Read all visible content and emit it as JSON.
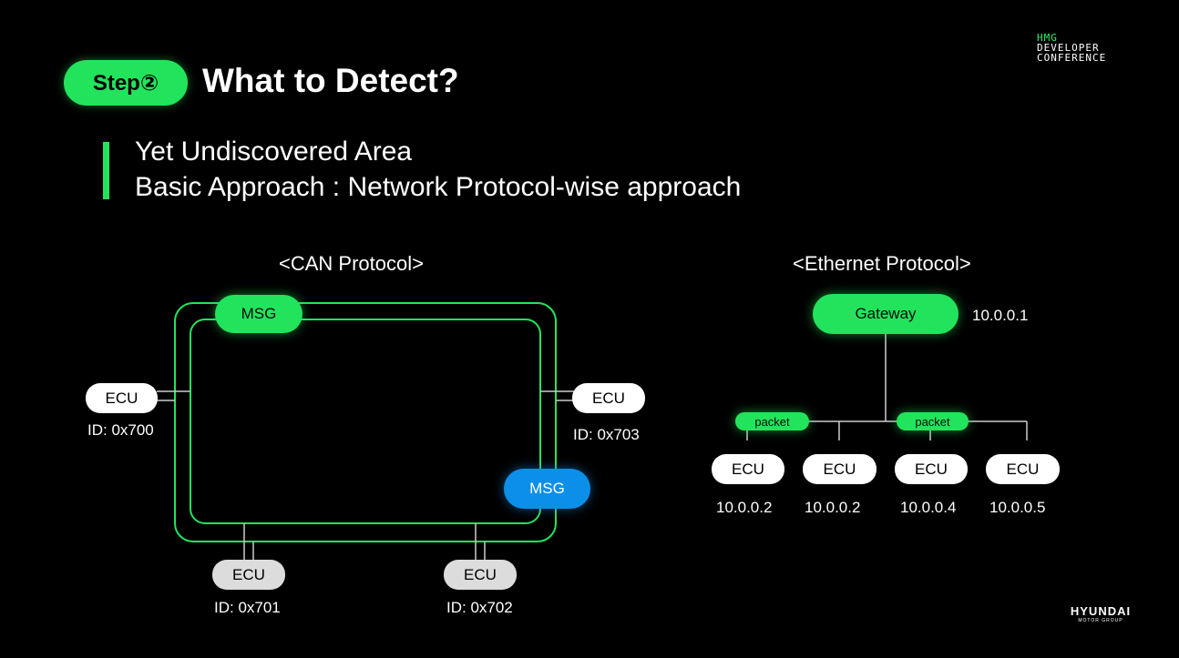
{
  "brand": {
    "line1": "HMG",
    "line2": "DEVELOPER",
    "line3": "CONFERENCE"
  },
  "step": {
    "label": "Step②"
  },
  "title": "What to Detect?",
  "bullets": [
    "Yet Undiscovered Area",
    "Basic Approach : Network Protocol-wise approach"
  ],
  "can": {
    "title": "<CAN Protocol>",
    "msg_top": "MSG",
    "msg_right": "MSG",
    "ecus": [
      {
        "label": "ECU",
        "id": "ID: 0x700"
      },
      {
        "label": "ECU",
        "id": "ID: 0x701"
      },
      {
        "label": "ECU",
        "id": "ID: 0x702"
      },
      {
        "label": "ECU",
        "id": "ID: 0x703"
      }
    ]
  },
  "ethernet": {
    "title": "<Ethernet Protocol>",
    "gateway": "Gateway",
    "gateway_ip": "10.0.0.1",
    "packet_labels": [
      "packet",
      "packet"
    ],
    "ecus": [
      {
        "label": "ECU",
        "ip": "10.0.0.2"
      },
      {
        "label": "ECU",
        "ip": "10.0.0.2"
      },
      {
        "label": "ECU",
        "ip": "10.0.0.4"
      },
      {
        "label": "ECU",
        "ip": "10.0.0.5"
      }
    ]
  },
  "footer": {
    "logo": "HYUNDAI",
    "sub": "MOTOR GROUP"
  },
  "colors": {
    "green": "#22e45c",
    "blue": "#0c8fe8",
    "background": "#000000"
  }
}
